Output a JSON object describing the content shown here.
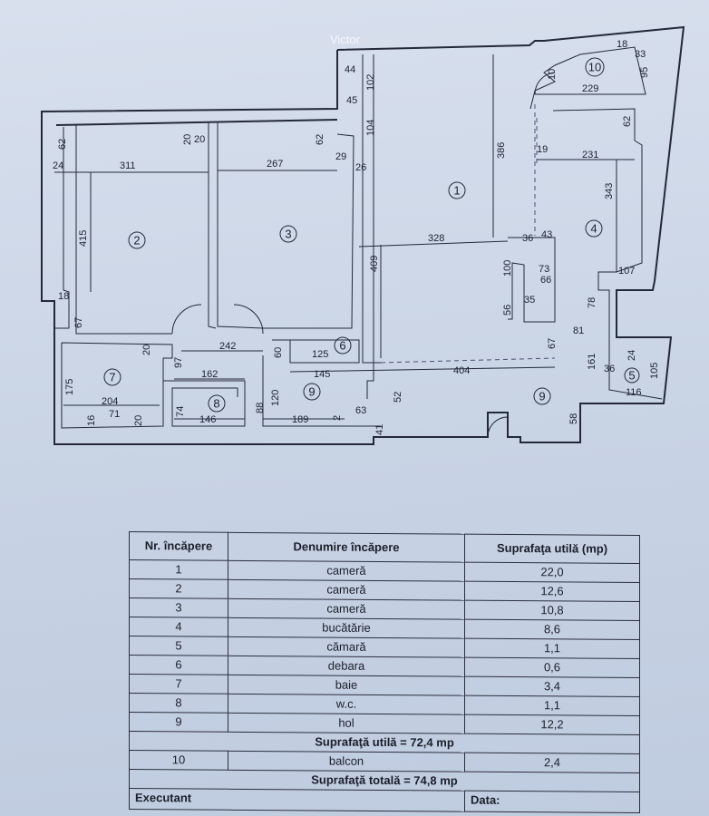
{
  "watermark": "Victor",
  "plan": {
    "room_numbers": [
      "1",
      "2",
      "3",
      "4",
      "5",
      "6",
      "7",
      "8",
      "9",
      "9",
      "10"
    ],
    "dimensions": [
      "311",
      "267",
      "62",
      "20",
      "20",
      "62",
      "24",
      "29",
      "26",
      "415",
      "18",
      "67",
      "44",
      "102",
      "45",
      "104",
      "386",
      "409",
      "328",
      "36",
      "43",
      "100",
      "73",
      "66",
      "56",
      "35",
      "231",
      "62",
      "19",
      "343",
      "107",
      "78",
      "81",
      "67",
      "10",
      "229",
      "95",
      "33",
      "18",
      "161",
      "36",
      "24",
      "105",
      "116",
      "404",
      "58",
      "52",
      "242",
      "125",
      "145",
      "60",
      "20",
      "162",
      "97",
      "175",
      "204",
      "71",
      "16",
      "20",
      "74",
      "146",
      "88",
      "120",
      "189",
      "63",
      "2",
      "41"
    ]
  },
  "table": {
    "headers": [
      "Nr. încăpere",
      "Denumire încăpere",
      "Suprafaţa utilă (mp)"
    ],
    "rows": [
      {
        "nr": "1",
        "name": "cameră",
        "area": "22,0"
      },
      {
        "nr": "2",
        "name": "cameră",
        "area": "12,6"
      },
      {
        "nr": "3",
        "name": "cameră",
        "area": "10,8"
      },
      {
        "nr": "4",
        "name": "bucătărie",
        "area": "8,6"
      },
      {
        "nr": "5",
        "name": "cămară",
        "area": "1,1"
      },
      {
        "nr": "6",
        "name": "debara",
        "area": "0,6"
      },
      {
        "nr": "7",
        "name": "baie",
        "area": "3,4"
      },
      {
        "nr": "8",
        "name": "w.c.",
        "area": "1,1"
      },
      {
        "nr": "9",
        "name": "hol",
        "area": "12,2"
      }
    ],
    "subtotal": "Suprafaţă utilă = 72,4 mp",
    "balcony": {
      "nr": "10",
      "name": "balcon",
      "area": "2,4"
    },
    "total": "Suprafaţă totală = 74,8 mp",
    "executant_label": "Executant",
    "date_label": "Data:"
  }
}
